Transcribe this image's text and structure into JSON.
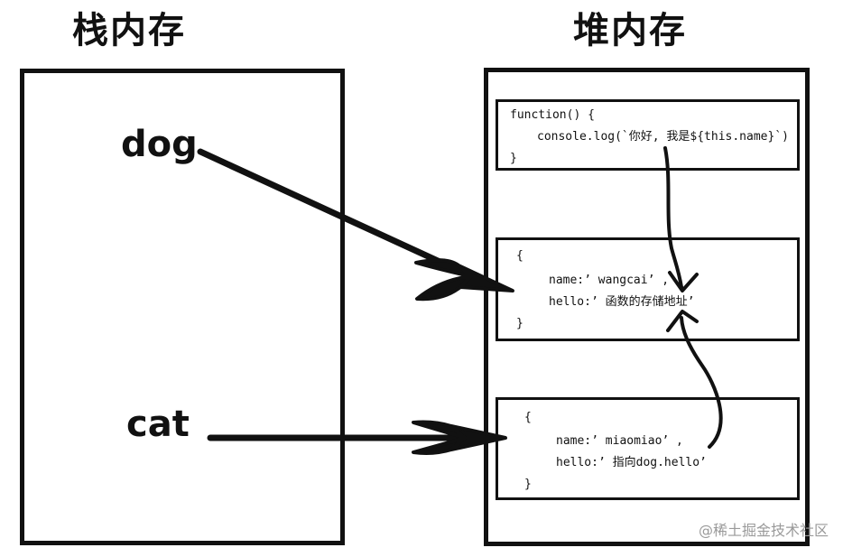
{
  "stack": {
    "title": "栈内存",
    "variables": {
      "dog": "dog",
      "cat": "cat"
    }
  },
  "heap": {
    "title": "堆内存",
    "function_object": {
      "line1": "function() {",
      "line2": "console.log(`你好, 我是${this.name}`)",
      "line3": "}"
    },
    "dog_object": {
      "open": "{",
      "name_line": "name:’ wangcai’ ,",
      "hello_line": "hello:’ 函数的存储地址’",
      "close": "}"
    },
    "cat_object": {
      "open": "{",
      "name_line": "name:’ miaomiao’ ,",
      "hello_line": "hello:’ 指向dog.hello’",
      "close": "}"
    }
  },
  "watermark": "@稀土掘金技术社区",
  "colors": {
    "ink": "#111111",
    "watermark": "#9a9a9a",
    "background": "#ffffff"
  }
}
